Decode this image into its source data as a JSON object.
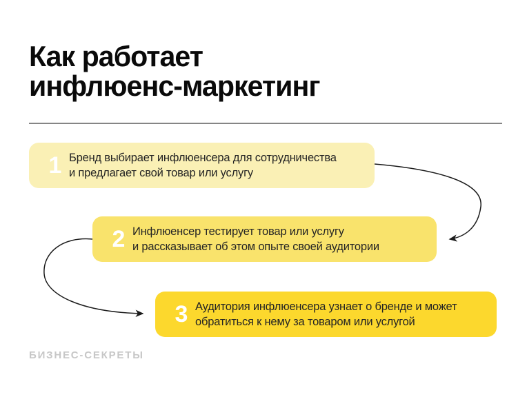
{
  "title": {
    "line1": "Как работает",
    "line2": "инфлюенс-маркетинг"
  },
  "steps": [
    {
      "number": "1",
      "line1": "Бренд выбирает инфлюенсера для сотрудничества",
      "line2": "и предлагает свой товар или услугу",
      "color": "#FAF0B5"
    },
    {
      "number": "2",
      "line1": "Инфлюенсер тестирует товар или услугу",
      "line2": "и рассказывает об этом опыте своей аудитории",
      "color": "#F9E36C"
    },
    {
      "number": "3",
      "line1": "Аудитория инфлюенсера узнает о бренде и может",
      "line2": "обратиться к нему за товаром или услугой",
      "color": "#FCD82D"
    }
  ],
  "footer": {
    "logo": "БИЗНЕС-СЕКРЕТЫ"
  },
  "colors": {
    "background": "#FFFFFF",
    "title_text": "#0A0A0A",
    "step_text": "#242424",
    "step_number": "#FFFFFF",
    "divider": "#858585",
    "arrow": "#1C1C1C",
    "logo_text": "#C7C7C7"
  }
}
